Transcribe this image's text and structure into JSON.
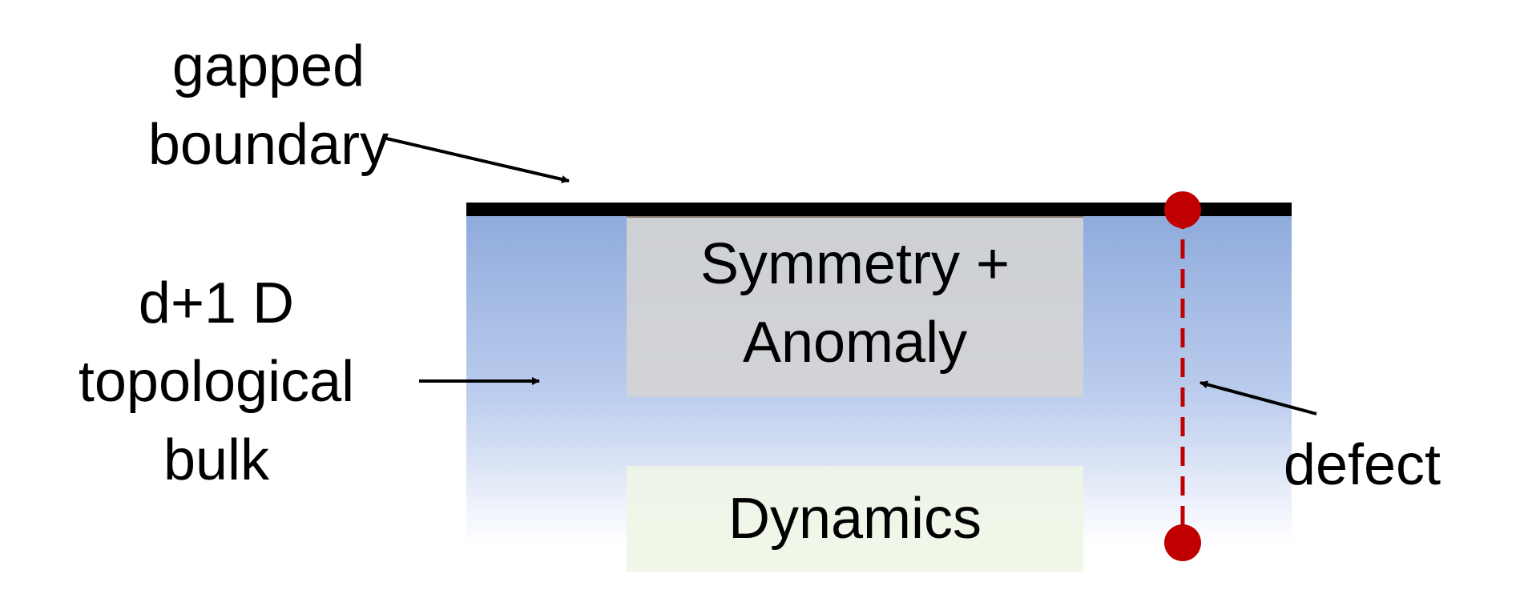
{
  "labels": {
    "gapped_boundary": [
      "gapped",
      "boundary"
    ],
    "topological_bulk": [
      "d+1 D",
      "topological",
      "bulk"
    ],
    "defect": "defect"
  },
  "boxes": {
    "symmetry_anomaly": [
      "Symmetry +",
      "Anomaly"
    ],
    "dynamics": "Dynamics"
  },
  "colors": {
    "bulk_top": "#8fabdc",
    "bulk_bottom": "#ffffff",
    "boundary_line": "#000000",
    "symmetry_box": "#d4d4d4",
    "symmetry_box_top_edge": "#8a8070",
    "dynamics_box": "#eef5e6",
    "defect": "#c00000",
    "arrow": "#000000"
  }
}
